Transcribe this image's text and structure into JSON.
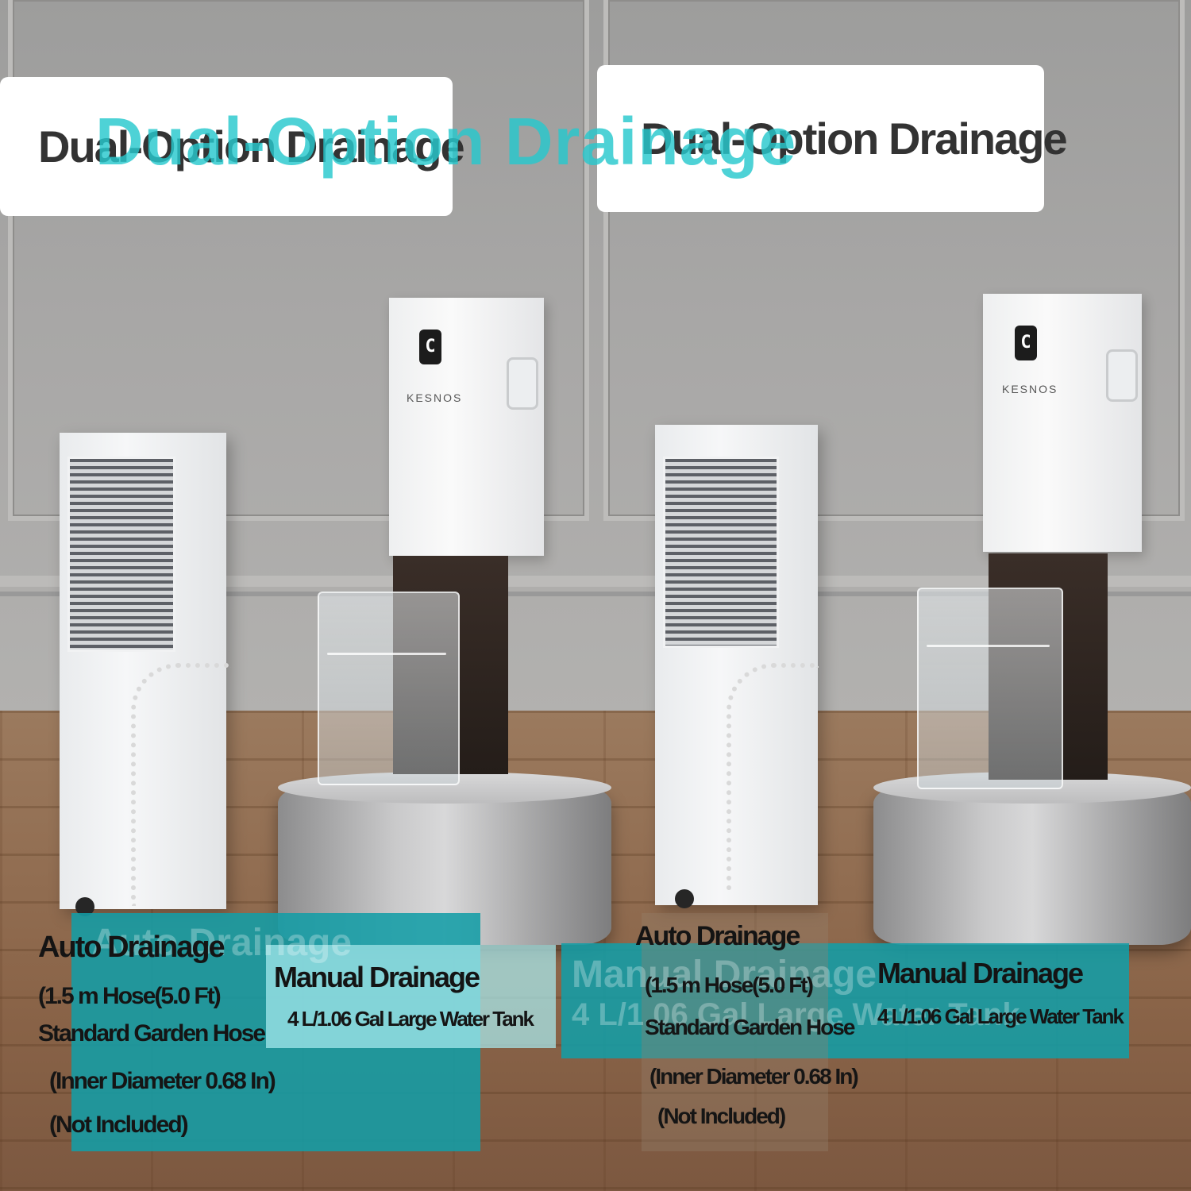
{
  "title_boxes": {
    "left": "Dual-Option Drainage",
    "right": "Dual-Option Drainage"
  },
  "headline": "Dual-Option Drainage",
  "brand_label": "KESNOS",
  "display_glyph": "C",
  "left_panel": {
    "ghost_heading": "Auto Drainage",
    "heading": "Auto Drainage",
    "lines": [
      "(1.5 m Hose(5.0 Ft)",
      "Standard Garden Hose",
      "(Inner Diameter 0.68 In)",
      "(Not Included)"
    ],
    "manual_heading": "Manual Drainage",
    "manual_line": "4 L/1.06 Gal Large Water Tank"
  },
  "right_panel": {
    "heading": "Auto Drainage",
    "ghost_heading": "Manual Drainage",
    "ghost_line": "4 L/1.06 Gal Large Water Tank",
    "lines": [
      "(1.5 m Hose(5.0 Ft)",
      "Standard Garden Hose",
      "(Inner Diameter 0.68 In)",
      "(Not Included)"
    ],
    "manual_heading": "Manual Drainage",
    "manual_line": "4 L/1.06 Gal Large Water Tank"
  },
  "colors": {
    "accent_yellow": "#f2d324",
    "teal": "#139da6",
    "headline_cyan": "#27c8cd"
  }
}
